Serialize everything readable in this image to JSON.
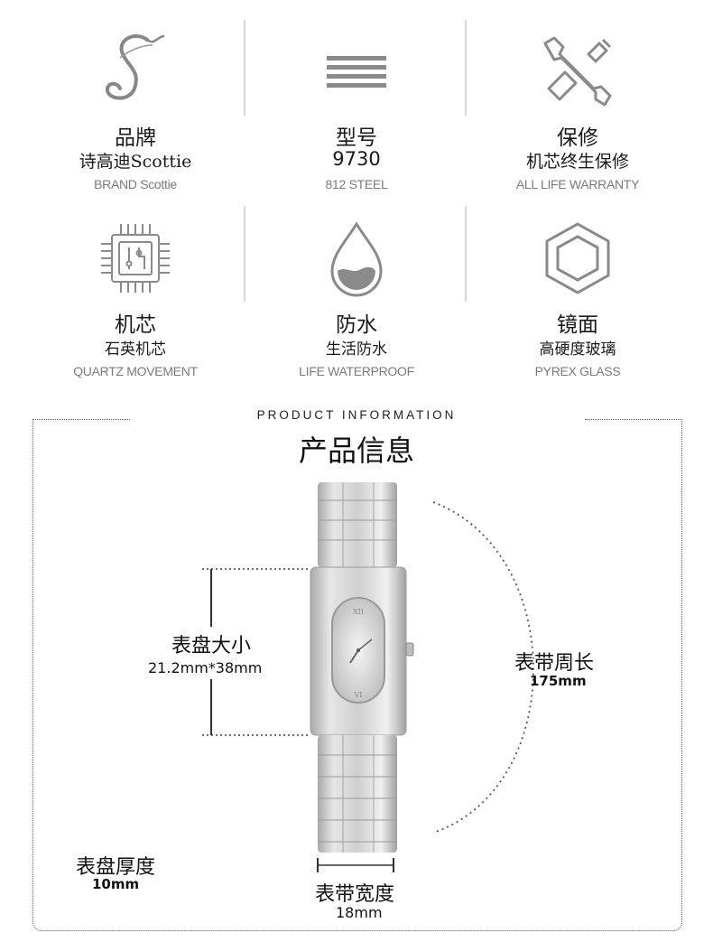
{
  "features": [
    {
      "title": "品牌",
      "sub_cn": "诗高迪Scottie",
      "sub_en": "BRAND Scottie",
      "icon": "scottie-logo-icon"
    },
    {
      "title": "型号",
      "sub_cn": "9730",
      "sub_en": "812 STEEL",
      "icon": "model-lines-icon"
    },
    {
      "title": "保修",
      "sub_cn": "机芯终生保修",
      "sub_en": "ALL LIFE WARRANTY",
      "icon": "wrench-screwdriver-icon"
    },
    {
      "title": "机芯",
      "sub_cn": "石英机芯",
      "sub_en": "QUARTZ MOVEMENT",
      "icon": "chip-icon"
    },
    {
      "title": "防水",
      "sub_cn": "生活防水",
      "sub_en": "LIFE WATERPROOF",
      "icon": "water-drop-icon"
    },
    {
      "title": "镜面",
      "sub_cn": "高硬度玻璃",
      "sub_en": "PYREX GLASS",
      "icon": "hexagon-icon"
    }
  ],
  "product_info": {
    "heading_en": "PRODUCT INFORMATION",
    "heading_cn": "产品信息",
    "dial_size_label": "表盘大小",
    "dial_size_value": "21.2mm*38mm",
    "strap_length_label": "表带周长",
    "strap_length_value": "175mm",
    "dial_thickness_label": "表盘厚度",
    "dial_thickness_value": "10mm",
    "strap_width_label": "表带宽度",
    "strap_width_value": "18mm"
  },
  "colors": {
    "icon_gray": "#8a8a8a",
    "text_dark": "#1a1a1a",
    "text_gray": "#7a7a7a",
    "steel": "#c9c9c9"
  }
}
